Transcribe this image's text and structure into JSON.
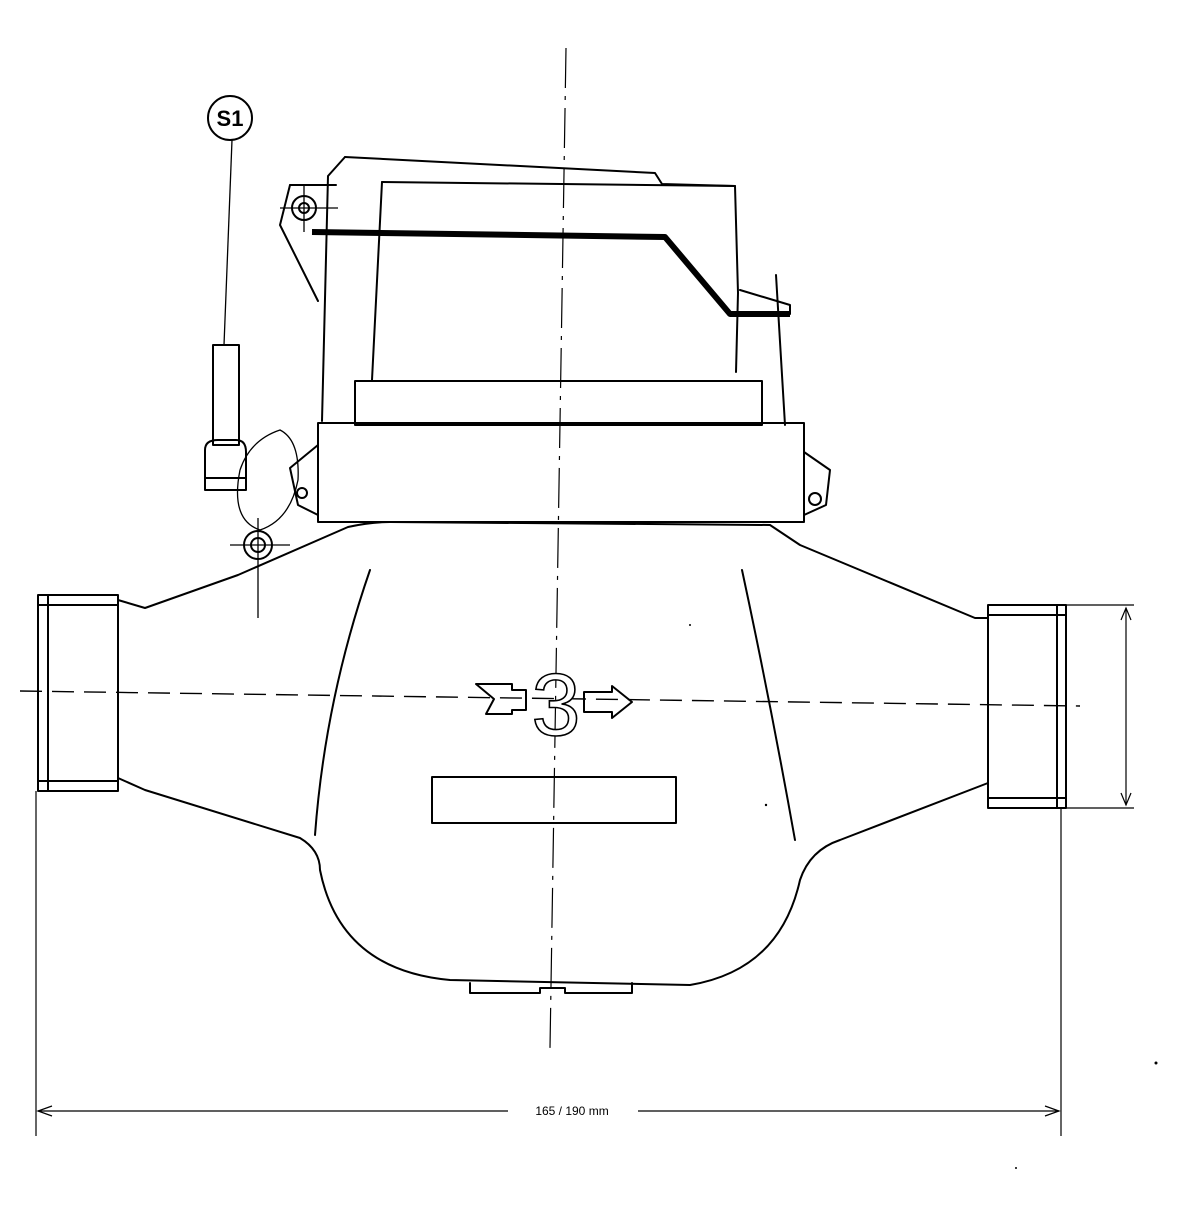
{
  "drawing": {
    "part_balloon": {
      "label": "S1"
    },
    "body_marking": {
      "number": "3"
    },
    "dimension_length": {
      "label": "165 / 190 mm"
    }
  }
}
